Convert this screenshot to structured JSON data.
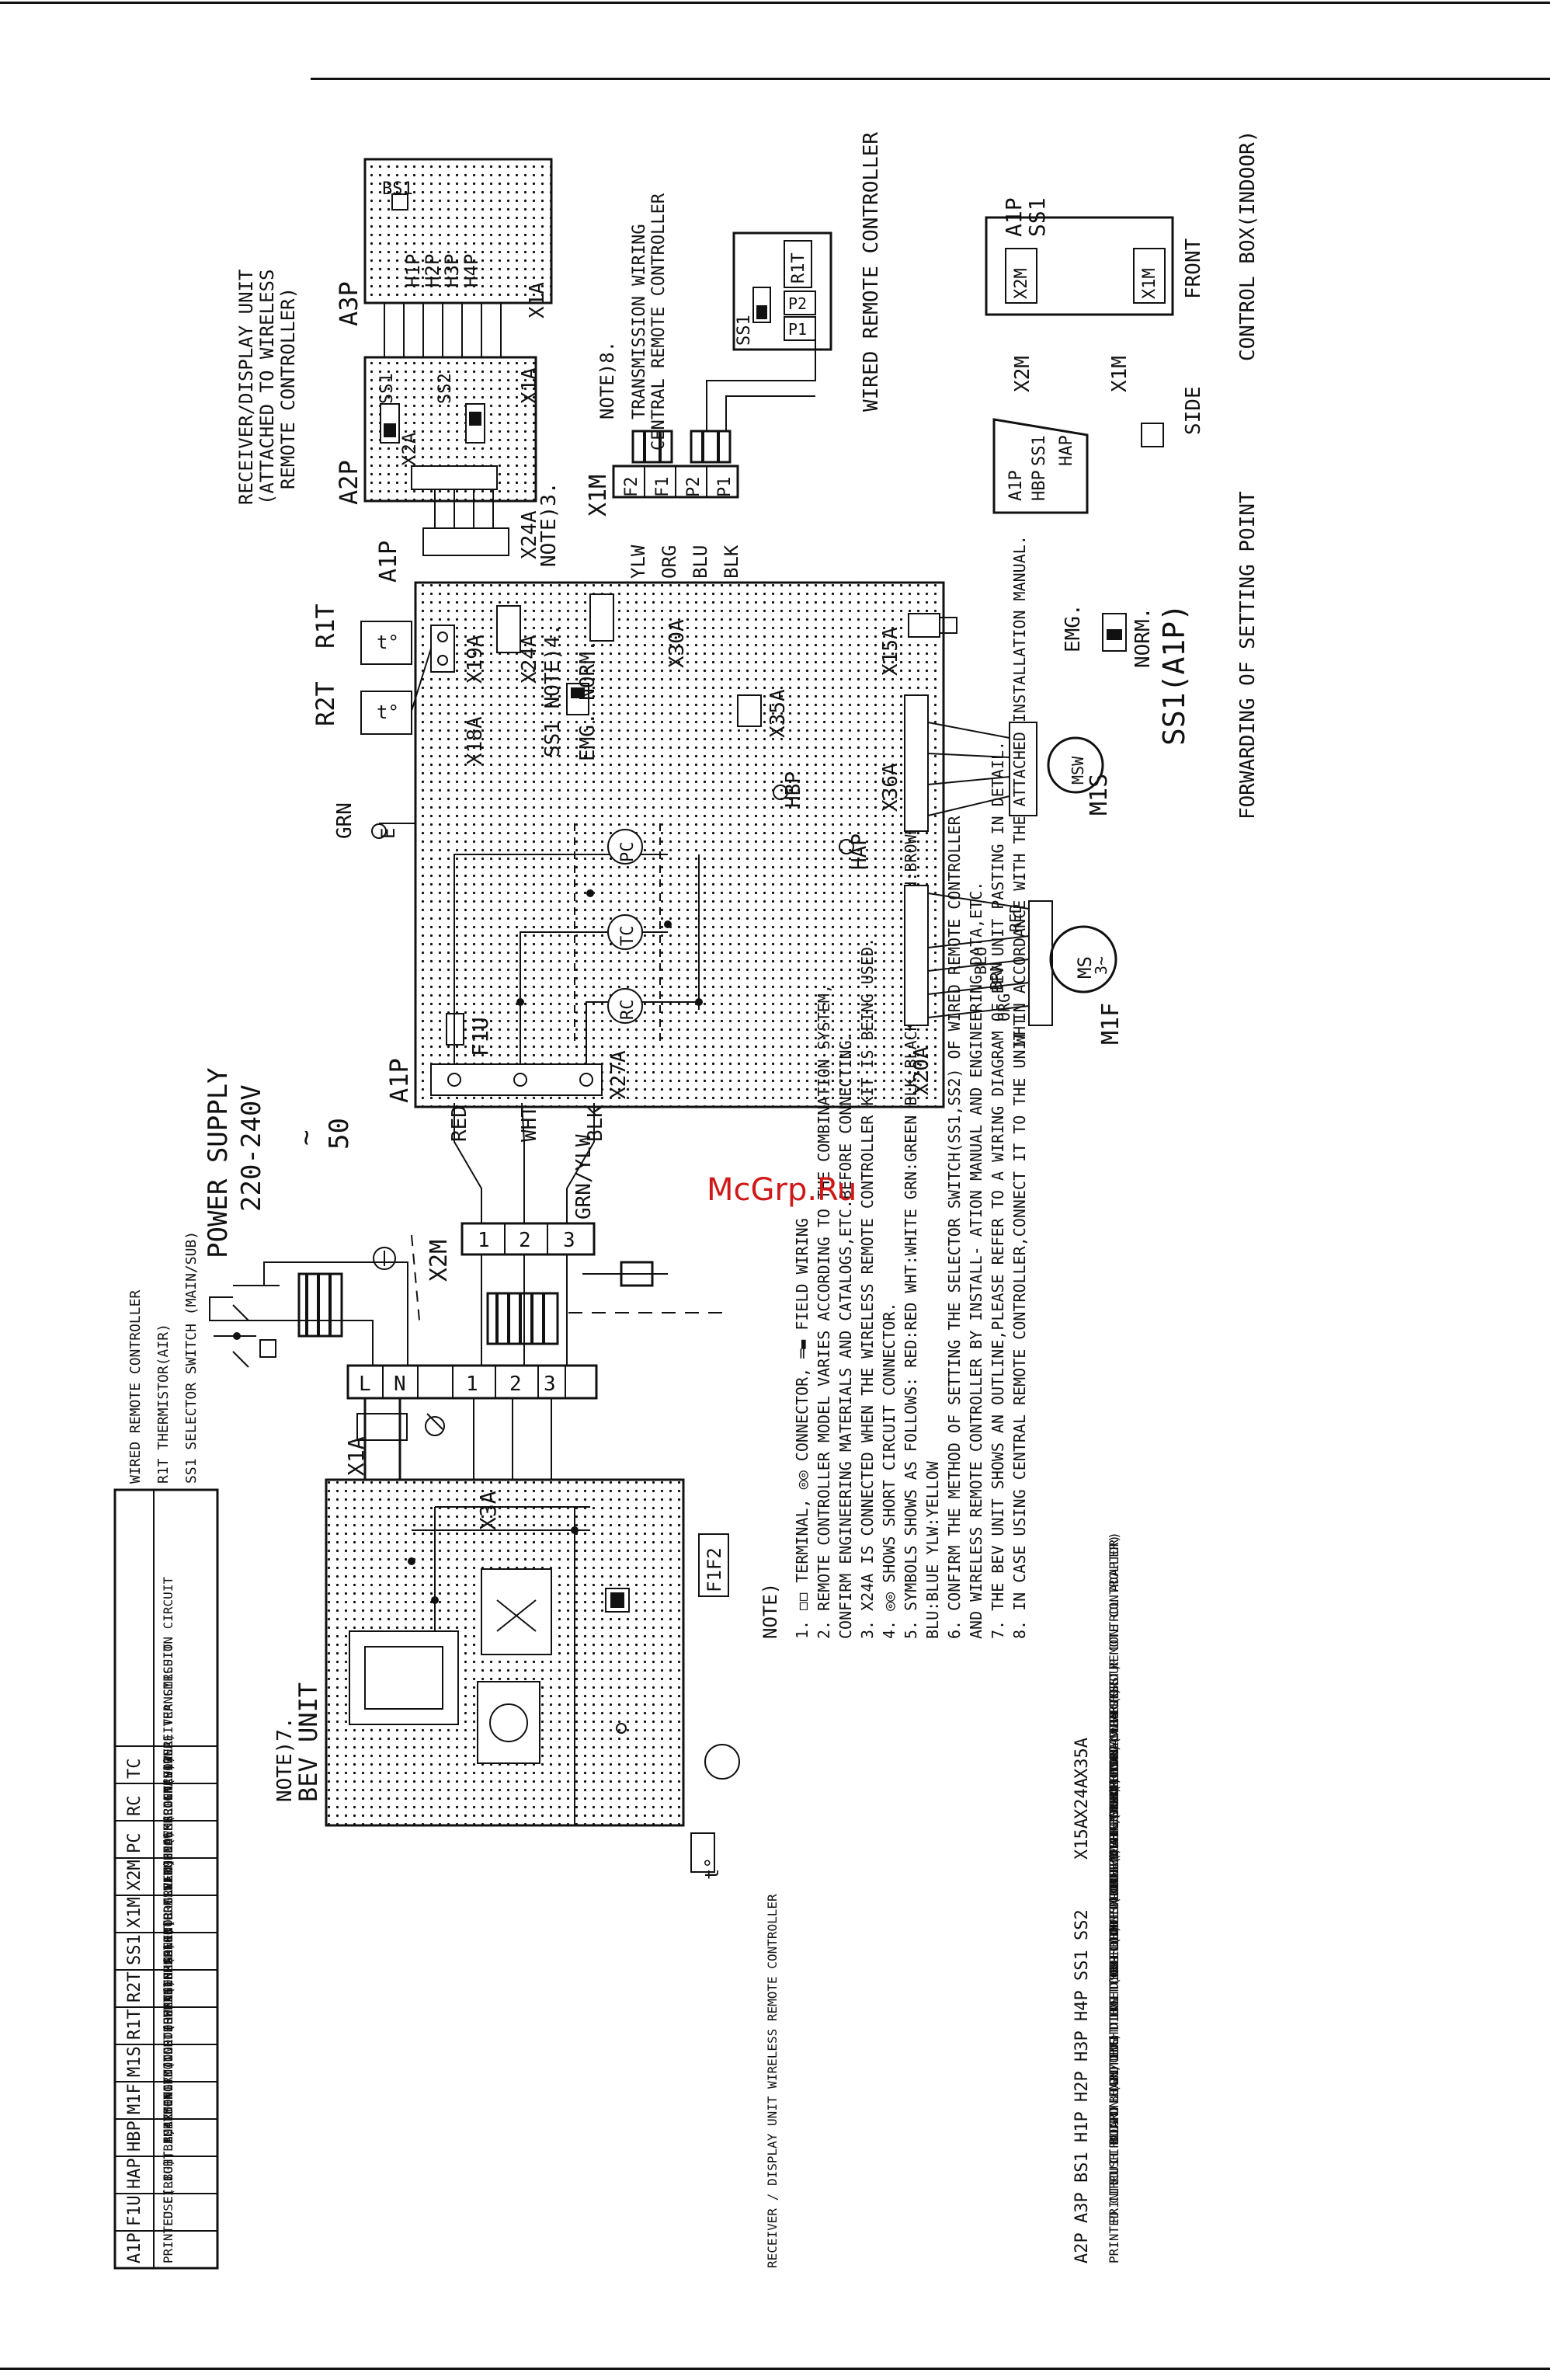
{
  "watermark": "McGrp.Ru",
  "legend_top": {
    "rows": [
      {
        "code": "A1P",
        "desc": "PRINTED CIRCUIT BOARD"
      },
      {
        "code": "F1U",
        "desc": "FUSE( B ),3A, 250V"
      },
      {
        "code": "HAP",
        "desc": "LIGHT EMITTING DIODE (SERVICE MONITOR GREEN)"
      },
      {
        "code": "HBP",
        "desc": "LIGHT EMITTING DIODE (ON-GREEN)"
      },
      {
        "code": "M1F",
        "desc": "MOTOR (INDOOR FAN)"
      },
      {
        "code": "M1S",
        "desc": "MOTOR (SWING FLAP)"
      },
      {
        "code": "R1T",
        "desc": "THERMISTOR(AIR)"
      },
      {
        "code": "R2T",
        "desc": "THERMISTOR(COIL LIQUID)"
      },
      {
        "code": "SS1",
        "desc": "SELECTOR SWITCH (EMERGENCY)"
      },
      {
        "code": "X1M",
        "desc": "TERMINAL BLOCK(CONTROL)"
      },
      {
        "code": "X2M",
        "desc": "TERMINAL BLOCK(POWER)"
      },
      {
        "code": "PC",
        "desc": "POWER CIRCUIT"
      },
      {
        "code": "RC",
        "desc": "SIGNAL RECEIVER CIRCUIT"
      },
      {
        "code": "TC",
        "desc": "SIGNAL TRANSMISSION CIRCUIT"
      }
    ],
    "wired": [
      {
        "code": "",
        "desc": "WIRED REMOTE CONTROLLER"
      },
      {
        "code": "R1T",
        "desc": "THERMISTOR(AIR)"
      },
      {
        "code": "SS1",
        "desc": "SELECTOR SWITCH (MAIN/SUB)"
      }
    ]
  },
  "legend_bottom": {
    "header": "RECEIVER / DISPLAY UNIT WIRELESS REMOTE CONTROLLER",
    "rows": [
      {
        "code": "A2P",
        "desc": "PRINTED CIRCUIT BOARD"
      },
      {
        "code": "A3P",
        "desc": "PRINTED CIRCUIT BOARD"
      },
      {
        "code": "BS1",
        "desc": "PUSH BUTTON (ON/OFF)"
      },
      {
        "code": "H1P",
        "desc": "LIGHT EMITTING DIODE (ON-RED)"
      },
      {
        "code": "H2P",
        "desc": "LIGHT EMITTING DIODE (TIMER-GREEN)"
      },
      {
        "code": "H3P",
        "desc": "LIGHT EMITTING DIODE (FILTER SIGN-RED)"
      },
      {
        "code": "H4P",
        "desc": "LIGHT EMITTING DIODE (DEFROST-ORENGE)"
      },
      {
        "code": "SS1",
        "desc": "SELECTOR SWITCH (MAIN/SUB)"
      },
      {
        "code": "SS2",
        "desc": "SELECTOR SWITCH (WIRELESS ADDRES SET)"
      },
      {
        "code": "",
        "desc": "CONNECTOR FOR OPTIONAL PARTS"
      },
      {
        "code": "X15A",
        "desc": "CONNECTOR(FLOAT SWITCH)"
      },
      {
        "code": "X24A",
        "desc": "CONNECTOR (WIRELESS REMOTE CONTROLLER)"
      },
      {
        "code": "X35A",
        "desc": "CONNECTOR (GROUP CONTROL ADAPTOR)"
      }
    ]
  },
  "notes": {
    "title": "NOTE)",
    "items": [
      "1. ◻◻ TERMINAL, ◎◎ CONNECTOR, ═▬ FIELD WIRING",
      "2. REMOTE CONTROLLER MODEL VARIES ACCORDING TO THE COMBINATION SYSTEM,",
      "   CONFIRM ENGINEERING MATERIALS AND CATALOGS,ETC.BEFORE CONNECTING.",
      "3. X24A IS CONNECTED WHEN THE WIRELESS REMOTE CONTROLLER KIT IS BEING USED.",
      "4. ◎◎ SHOWS SHORT CIRCUIT CONNECTOR.",
      "5. SYMBOLS SHOWS AS FOLLOWS: RED:RED WHT:WHITE GRN:GREEN BLK:BLACK ORG:ORANGE BRN:BROWN",
      "   BLU:BLUE YLW:YELLOW",
      "6. CONFIRM THE METHOD OF SETTING THE SELECTOR SWITCH(SS1,SS2) OF WIRED REMOTE CONTROLLER",
      "   AND WIRELESS REMOTE CONTROLLER BY INSTALL- ATION MANUAL AND ENGINEERING DATA,ETC.",
      "7. THE BEV UNIT SHOWS AN OUTLINE,PLEASE REFER TO A WIRING DIAGRAM OF BEV UNIT PASTING IN DETAIL.",
      "8. IN CASE USING CENTRAL REMOTE CONTROLLER,CONNECT IT TO THE UNIT IN ACCORDANCE WITH THE ATTACHED INSTALLATION MANUAL."
    ]
  },
  "labels": {
    "power_supply": "POWER SUPPLY",
    "voltage": "220-240V",
    "tilde": "~",
    "freq": "50",
    "x2m": "X2M",
    "x1m": "X1M",
    "grn_ylw": "GRN/YLW",
    "grn": "GRN",
    "e": "E",
    "red": "RED",
    "wht": "WHT",
    "blk": "BLK",
    "ylw": "YLW",
    "org": "ORG",
    "blu": "BLU",
    "brn": "BRN",
    "a1p": "A1P",
    "a2p": "A2P",
    "a3p": "A3P",
    "f1u": "F1U",
    "f1f2": "F1F2",
    "pc": "PC",
    "tc": "TC",
    "rc": "RC",
    "x27a": "X27A",
    "x20a": "X20A",
    "x18a": "X18A",
    "x19a": "X19A",
    "x24a": "X24A",
    "x30a": "X30A",
    "x35a": "X35A",
    "x36a": "X36A",
    "x15a": "X15A",
    "x1a": "X1A",
    "x2a": "X2A",
    "x3a": "X3A",
    "r1t": "R1T",
    "r2t": "R2T",
    "ss1": "SS1",
    "ss2": "SS2",
    "ss1_note4": "SS1 NOTE)4.",
    "emg_norm": "EMG. NORM.",
    "emg": "EMG.",
    "norm": "NORM.",
    "hap": "HAP",
    "hbp": "HBP",
    "m1f": "M1F",
    "m1s": "M1S",
    "ms": "MS",
    "ms3": "3~",
    "msw": "MSW",
    "bs1": "BS1",
    "h1p": "H1P",
    "h2p": "H2P",
    "h3p": "H3P",
    "h4p": "H4P",
    "f1": "F1",
    "f2": "F2",
    "p1": "P1",
    "p2": "P2",
    "t_deg": "t°",
    "l": "L",
    "n": "N",
    "one": "1",
    "two": "2",
    "three": "3",
    "note3": "NOTE)3.",
    "note7": "NOTE)7.",
    "bev_unit": "BEV UNIT",
    "note8": "NOTE)8.",
    "transmission_wiring": "TRANSMISSION WIRING",
    "central_remote": "CENTRAL REMOTE CONTROLLER",
    "wired_remote": "WIRED REMOTE CONTROLLER",
    "receiver_1": "RECEIVER/DISPLAY UNIT",
    "receiver_2": "(ATTACHED TO WIRELESS",
    "receiver_3": "REMOTE CONTROLLER)",
    "ss1_a1p": "SS1(A1P)",
    "forwarding": "FORWARDING OF SETTING POINT",
    "side": "SIDE",
    "front": "FRONT",
    "control_box": "CONTROL BOX(INDOOR)"
  }
}
